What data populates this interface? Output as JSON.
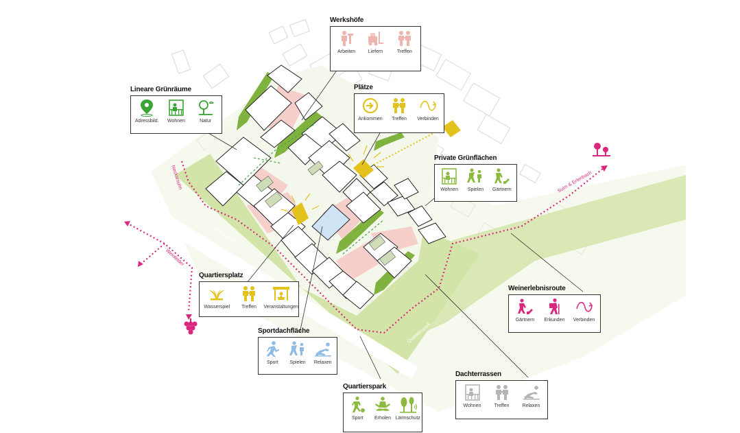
{
  "colors": {
    "green": "#3aa535",
    "lightgreen": "#8dbb3f",
    "yellow": "#e4c21d",
    "pink": "#f0b4ae",
    "magenta": "#d9287e",
    "blue": "#8fbce6",
    "grey": "#b5b5b5"
  },
  "panels": [
    {
      "id": "werkhoefe",
      "title": "Werkshöfe",
      "color": "pink",
      "items": [
        {
          "label": "Arbeiten",
          "icon": "worker-icon"
        },
        {
          "label": "Liefern",
          "icon": "forklift-icon"
        },
        {
          "label": "Treffen",
          "icon": "meeting-icon"
        }
      ]
    },
    {
      "id": "lineare",
      "title": "Lineare Grünräume",
      "color": "green",
      "items": [
        {
          "label": "Adressbild.",
          "icon": "location-pin-icon"
        },
        {
          "label": "Wohnen",
          "icon": "balcony-icon"
        },
        {
          "label": "Natur",
          "icon": "tree-icon"
        }
      ]
    },
    {
      "id": "plaetze",
      "title": "Plätze",
      "color": "yellow",
      "items": [
        {
          "label": "Ankommen",
          "icon": "arrive-icon"
        },
        {
          "label": "Treffen",
          "icon": "meeting-icon"
        },
        {
          "label": "Verbinden",
          "icon": "connect-icon"
        }
      ]
    },
    {
      "id": "private",
      "title": "Private Grünflächen",
      "color": "lightgreen",
      "items": [
        {
          "label": "Wohnen",
          "icon": "balcony-icon"
        },
        {
          "label": "Spielen",
          "icon": "play-icon"
        },
        {
          "label": "Gärtnern",
          "icon": "gardening-icon"
        }
      ]
    },
    {
      "id": "quartiersplatz",
      "title": "Quartiersplatz",
      "color": "yellow",
      "items": [
        {
          "label": "Wasserspiel",
          "icon": "fountain-icon"
        },
        {
          "label": "Treffen",
          "icon": "meeting-icon"
        },
        {
          "label": "Veranstaltungen",
          "icon": "market-stall-icon"
        }
      ]
    },
    {
      "id": "weinerlebnis",
      "title": "Weinerlebnisroute",
      "color": "magenta",
      "items": [
        {
          "label": "Gärtnern",
          "icon": "gardening-icon"
        },
        {
          "label": "Erkunden",
          "icon": "hiker-icon"
        },
        {
          "label": "Verbinden",
          "icon": "connect-icon"
        }
      ]
    },
    {
      "id": "sportdach",
      "title": "Sportdachfläche",
      "color": "blue",
      "items": [
        {
          "label": "Sport",
          "icon": "runner-icon"
        },
        {
          "label": "Spielen",
          "icon": "play-icon"
        },
        {
          "label": "Relaxen",
          "icon": "relax-icon"
        }
      ]
    },
    {
      "id": "dachterrassen",
      "title": "Dachterrassen",
      "color": "grey",
      "items": [
        {
          "label": "Wohnen",
          "icon": "balcony-icon"
        },
        {
          "label": "Treffen",
          "icon": "meeting-icon"
        },
        {
          "label": "Relaxen",
          "icon": "relax-icon"
        }
      ]
    },
    {
      "id": "quartierspark",
      "title": "Quartierspark",
      "color": "lightgreen",
      "items": [
        {
          "label": "Sport",
          "icon": "football-icon"
        },
        {
          "label": "Erholen",
          "icon": "meditation-icon"
        },
        {
          "label": "Lärmschutz",
          "icon": "noise-barrier-icon"
        }
      ]
    }
  ],
  "map_labels": {
    "neckarsulm": "Neckarsulm",
    "weinfelder": "Weinfelder",
    "sulm": "Sulm & Erlenbach",
    "park_left": "Quartierspark",
    "park_right": "Quartierspark"
  },
  "route_icons": {
    "grapes": "grapes-icon",
    "vineyard": "vineyard-icon"
  }
}
